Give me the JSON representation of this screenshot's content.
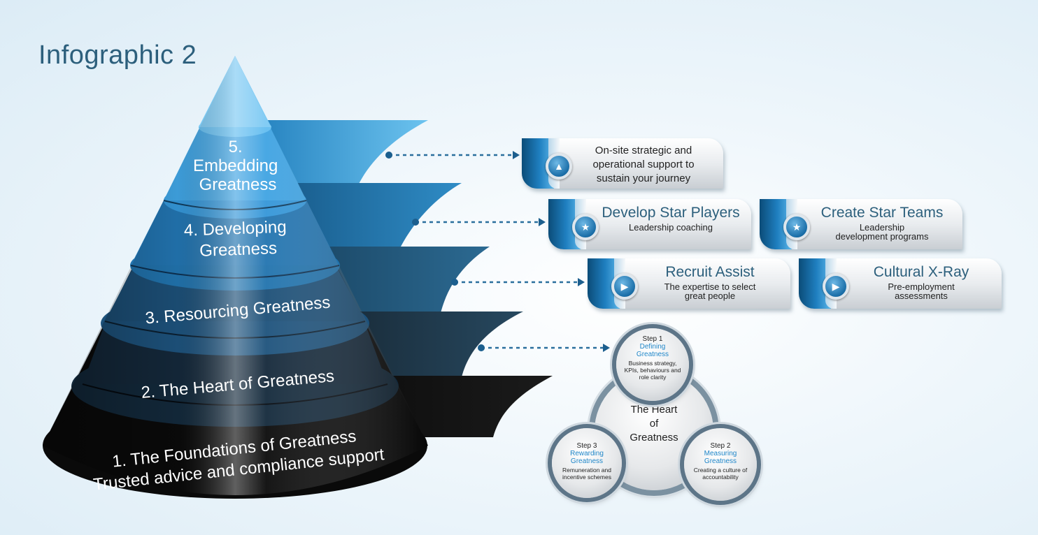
{
  "title": "Infographic 2",
  "pyramid": {
    "levels": [
      {
        "label": "5.\nEmbedding\nGreatness"
      },
      {
        "label": "4. Developing\nGreatness"
      },
      {
        "label": "3. Resourcing Greatness"
      },
      {
        "label": "2. The Heart of Greatness"
      },
      {
        "label": "1. The Foundations of Greatness\nTrusted advice and compliance support"
      }
    ]
  },
  "cards": {
    "onsite": {
      "body": "On-site strategic and\noperational support to\nsustain your journey",
      "icon": "triangle-icon"
    },
    "develop_star_players": {
      "title": "Develop Star Players",
      "sub": "Leadership coaching",
      "icon": "star-icon"
    },
    "create_star_teams": {
      "title": "Create Star Teams",
      "sub": "Leadership\ndevelopment programs",
      "icon": "star-icon"
    },
    "recruit_assist": {
      "title": "Recruit Assist",
      "sub": "The expertise to select\ngreat people",
      "icon": "play-icon"
    },
    "cultural_xray": {
      "title": "Cultural X-Ray",
      "sub": "Pre-employment\nassessments",
      "icon": "play-icon"
    }
  },
  "heart": {
    "center": "The Heart\nof\nGreatness",
    "step1": {
      "step": "Step 1",
      "name": "Defining\nGreatness",
      "desc": "Business strategy,\nKPIs, behaviours and\nrole clarity"
    },
    "step2": {
      "step": "Step 2",
      "name": "Measuring\nGreatness",
      "desc": "Creating a culture of\naccountability"
    },
    "step3": {
      "step": "Step 3",
      "name": "Rewarding\nGreatness",
      "desc": "Remuneration and\nincentive schemes"
    }
  },
  "colors": {
    "title": "#2c5f7c",
    "accent_blue": "#1f86c8",
    "dark_blue": "#0b4c78",
    "level_colors": [
      "#2a8fd0",
      "#1d6ea8",
      "#1b5378",
      "#172f42",
      "#0c0c0c"
    ]
  }
}
